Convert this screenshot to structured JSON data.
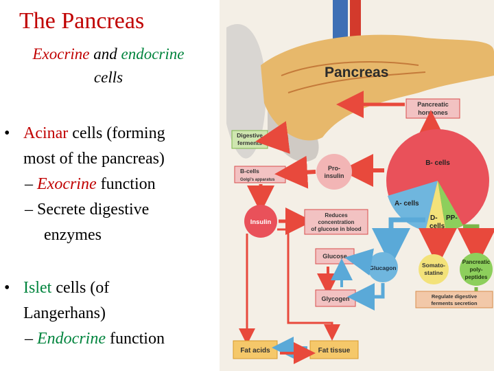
{
  "slide": {
    "title": "The Pancreas",
    "subtitle": {
      "w1": "Exocrine",
      "w2": " and ",
      "w3": "endocrine",
      "w4": "cells"
    },
    "bullets": [
      {
        "text_a": "Acinar",
        "text_b": " cells (forming",
        "text_c": "most of the pancreas)",
        "subs": [
          {
            "a": "– ",
            "b": "Exocrine",
            "c": " function"
          },
          {
            "a": "– Secrete digestive",
            "b": "",
            "c": "enzymes"
          }
        ]
      },
      {
        "text_a": "Islet",
        "text_b": " cells (of",
        "text_c": "Langerhans)",
        "subs": [
          {
            "a": "– ",
            "b": "Endocrine",
            "c": " function"
          }
        ]
      }
    ]
  },
  "diagram": {
    "organ_label": "Pancreas",
    "hormones": {
      "l1": "Pancreatic",
      "l2": "hormones"
    },
    "digestive": {
      "l1": "Digestive",
      "l2": "ferments"
    },
    "bcells_box": {
      "l1": "B-cells",
      "l2": "Golgi's apparatus"
    },
    "proinsulin": {
      "l1": "Pro-",
      "l2": "insulin"
    },
    "pie_bcells": "B- cells",
    "pie_acells": "A- cells",
    "pie_dcells": {
      "l1": "D-",
      "l2": "cells"
    },
    "pie_ppcells": "PP-",
    "insulin": "Insulin",
    "reduces": {
      "l1": "Reduces",
      "l2": "concentration",
      "l3": "of glucose in blood"
    },
    "glucose": "Glucose",
    "glucagon": "Glucagon",
    "somatostatine": {
      "l1": "Somato-",
      "l2": "statine"
    },
    "pp_peptides": {
      "l1": "Pancreatic",
      "l2": "poly-",
      "l3": "peptides"
    },
    "glycogen": "Glycogen",
    "regulate": {
      "l1": "Regulate digestive",
      "l2": "ferments secretion"
    },
    "fat_acids": "Fat acids",
    "fat_tissue": "Fat tissue"
  }
}
